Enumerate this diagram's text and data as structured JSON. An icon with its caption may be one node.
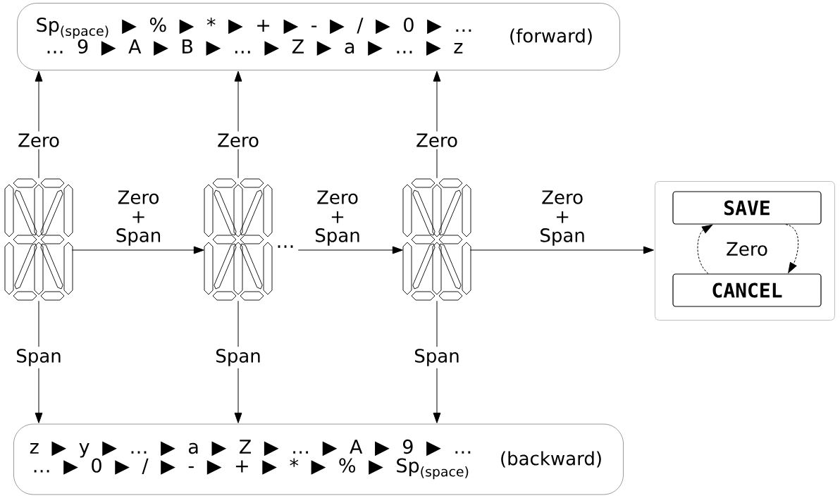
{
  "diagram": {
    "nodes": [
      {
        "text": [
          "Sp$_{(space)}$ ▶ % ▶ * ▶ + ▶ - ▶ / ▶ 0 ▶ … … 9 ▶ A ▶ B ▶ … ▶ Z ▶ a ▶ … ▶ z",
          "(forward)"
        ]
      },
      {
        "text": [],
        "shape": "display"
      },
      {
        "text": [],
        "shape": "display"
      },
      {
        "text": [],
        "shape": "display"
      },
      {
        "text": [],
        "shape": "box"
      },
      {
        "text": [
          "SAVE"
        ],
        "in": 4
      },
      {
        "text": [
          "CANCEL"
        ],
        "in": 4
      },
      {
        "text": [
          "z ▶ y ▶ … ▶ a ▶ Z ▶ … ▶ A ▶ 9 ▶ … … ▶ 0 ▶ / ▶ - ▶ + ▶ * ▶ % ▶ Sp$_{(space)}$",
          "(backward)"
        ]
      }
    ],
    "edges": [
      {
        "from": 1,
        "to": 0,
        "arrow": "to",
        "label": "Zero"
      },
      {
        "from": 2,
        "to": 0,
        "arrow": "to",
        "label": "Zero"
      },
      {
        "from": 3,
        "to": 0,
        "arrow": "to",
        "label": "Zero"
      },
      {
        "from": 1,
        "to": 2,
        "arrow": "to",
        "label": "Zero + Span"
      },
      {
        "from": 2,
        "to": 3,
        "arrow": "to",
        "label": "Zero + Span"
      },
      {
        "from": 3,
        "to": 4,
        "arrow": "to",
        "label": "Zero + Span"
      },
      {
        "from": 1,
        "to": 7,
        "arrow": "to",
        "label": "Span"
      },
      {
        "from": 2,
        "to": 7,
        "arrow": "to",
        "label": "Span"
      },
      {
        "from": 3,
        "to": 7,
        "arrow": "to",
        "label": "Span"
      },
      {
        "from": 6,
        "to": 5,
        "arrow": "to",
        "style": "dashed",
        "label": "Zero"
      },
      {
        "from": 5,
        "to": 6,
        "arrow": "to",
        "style": "dashed"
      }
    ],
    "labels": [
      "…"
    ]
  }
}
